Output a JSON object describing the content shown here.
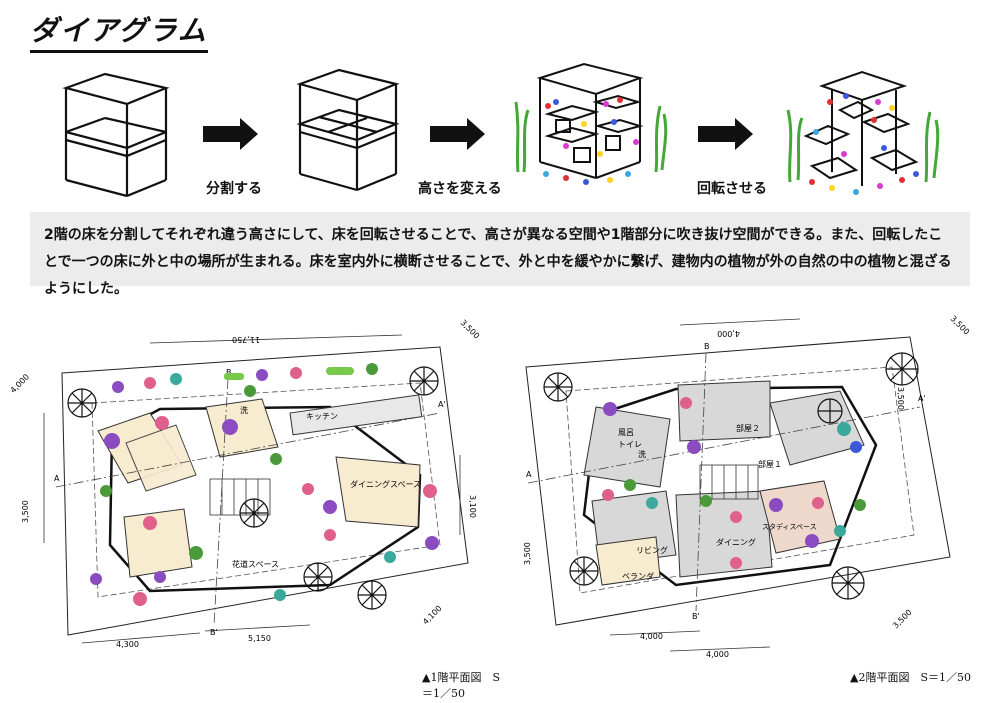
{
  "title": "ダイアグラム",
  "steps": [
    {
      "label": "分割する"
    },
    {
      "label": "高さを変える"
    },
    {
      "label": "回転させる"
    }
  ],
  "description": "2階の床を分割してそれぞれ違う高さにして、床を回転させることで、高さが異なる空間や1階部分に吹き抜け空間ができる。また、回転したことで一つの床に外と中の場所が生まれる。床を室内外に横断させることで、外と中を緩やかに繋げ、建物内の植物が外の自然の中の植物と混ざるようにした。",
  "plan1": {
    "caption": "▲1階平面図　S＝1／50",
    "rooms": [
      "キッチン",
      "ダイニングスペース",
      "花道スペース"
    ],
    "dims": [
      "11,750",
      "3,500",
      "4,000",
      "3,100",
      "3,500",
      "4,300",
      "5,150",
      "4,100"
    ],
    "markers": [
      "A",
      "A'",
      "B",
      "B'"
    ],
    "wc": "洗"
  },
  "plan2": {
    "caption": "▲2階平面図　S＝1／50",
    "rooms": [
      "部屋２",
      "部屋１",
      "風呂",
      "トイレ",
      "洗",
      "スタディスペース",
      "リビング",
      "ダイニング",
      "ベランダ"
    ],
    "dims": [
      "4,000",
      "3,500",
      "3,500",
      "3,500",
      "4,000",
      "4,000",
      "3,500"
    ],
    "markers": [
      "A",
      "A'",
      "B",
      "B'"
    ]
  },
  "colors": {
    "bg": "#ffffff",
    "desc_bg": "#ececec",
    "floor_tan": "#f8ecd0",
    "floor_grey": "#d8d8d8",
    "floor_pink": "#eed8cc",
    "plant_purple": "#8a4cc0",
    "plant_pink": "#e0608c",
    "plant_green": "#4a9a3a",
    "plant_teal": "#3aa89a"
  }
}
